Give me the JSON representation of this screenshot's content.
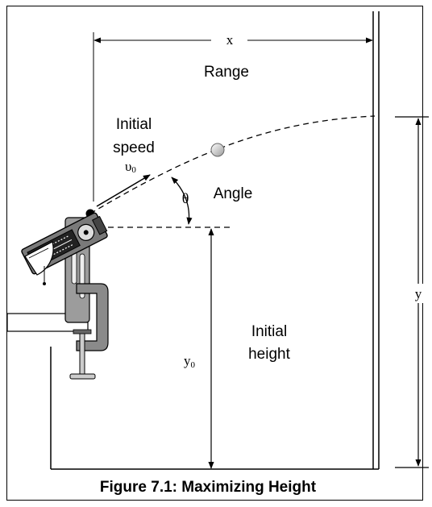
{
  "labels": {
    "range_var": "x",
    "range": "Range",
    "initial": "Initial",
    "speed": "speed",
    "velocity_symbol": "υ",
    "velocity_sub": "0",
    "angle_symbol": "θ",
    "angle": "Angle",
    "height_initial": "Initial",
    "height": "height",
    "y0_symbol": "y",
    "y0_sub": "0",
    "y_var": "y"
  },
  "caption": "Figure 7.1: Maximizing Height"
}
